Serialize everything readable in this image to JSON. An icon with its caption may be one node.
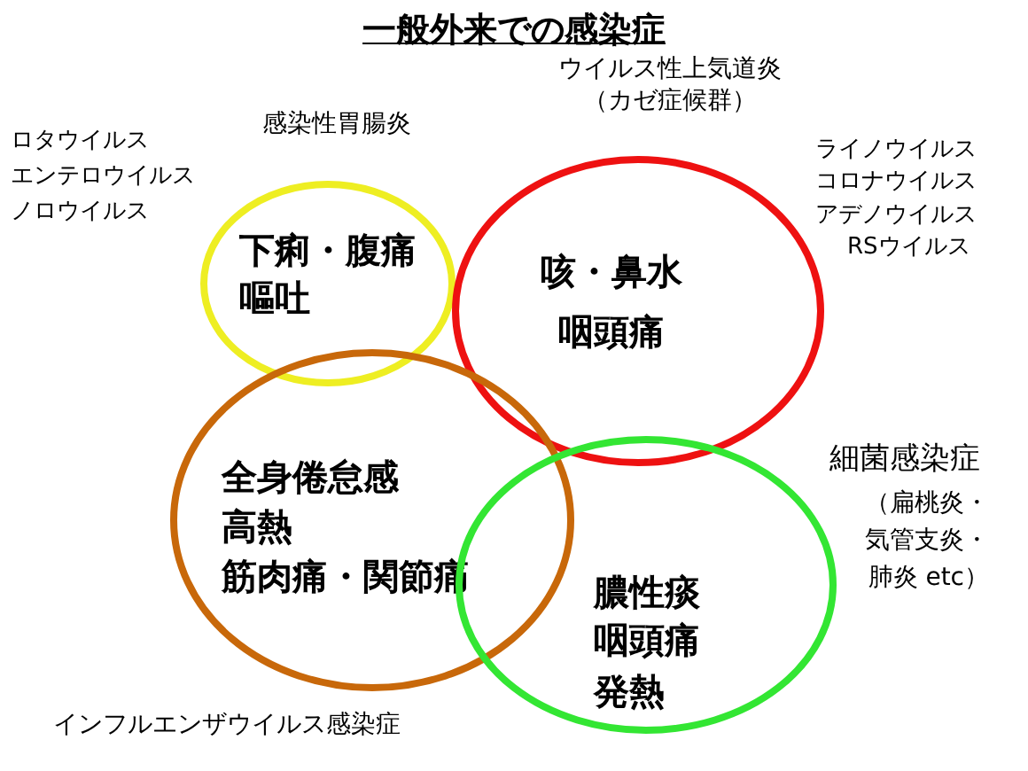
{
  "diagram": {
    "title": "一般外来での感染症",
    "nodes": [
      {
        "text": [
          "感染性胃腸炎",
          "下痢・腹痛",
          "嘔吐"
        ],
        "beside": [
          "ロタウイルス",
          "エンテロウイルス",
          "ノロウイルス"
        ]
      },
      {
        "text": [
          "ウイルス性上気道炎（カゼ症候群）",
          "咳・鼻水",
          "咽頭痛"
        ],
        "beside": [
          "ライノウイルス",
          "コロナウイルス",
          "アデノウイルス",
          "RSウイルス"
        ]
      },
      {
        "text": [
          "全身倦怠感",
          "高熱",
          "筋肉痛・関節痛",
          "インフルエンザウイルス感染症"
        ]
      },
      {
        "text": [
          "細菌感染症",
          "（扁桃炎・気管支炎・肺炎 etc）",
          "膿性痰",
          "咽頭痛",
          "発熱"
        ]
      }
    ]
  }
}
